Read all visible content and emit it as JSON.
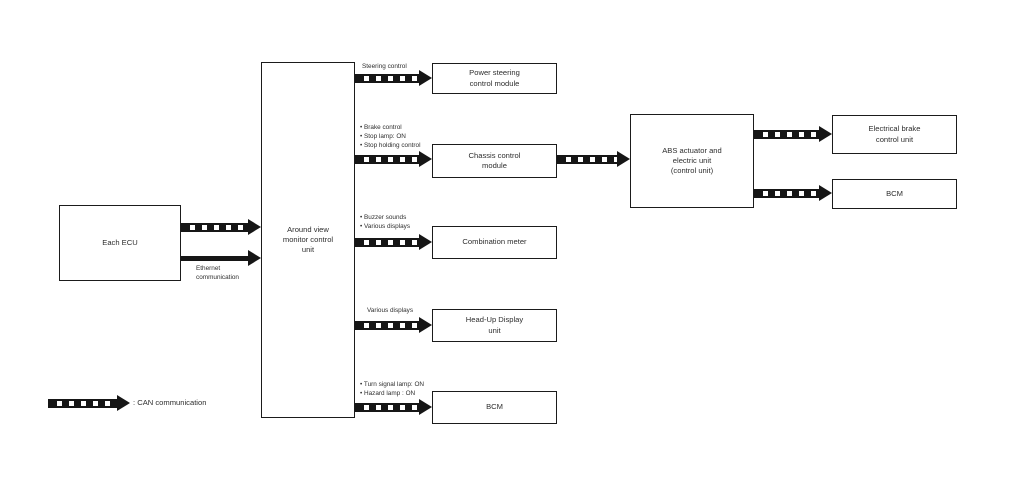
{
  "nodes": {
    "each_ecu": "Each ECU",
    "avm": "Around view\nmonitor control\nunit",
    "power_steering": "Power steering\ncontrol module",
    "chassis": "Chassis control\nmodule",
    "combination_meter": "Combination meter",
    "hud": "Head-Up Display\nunit",
    "bcm_left": "BCM",
    "abs": "ABS actuator and\nelectric unit\n(control unit)",
    "electrical_brake": "Electrical brake\ncontrol unit",
    "bcm_right": "BCM"
  },
  "arrow_labels": {
    "steering": "Steering control",
    "chassis": "• Brake control\n• Stop lamp: ON\n• Stop holding control",
    "combination": "• Buzzer sounds\n• Various displays",
    "hud": "Various displays",
    "bcm": "• Turn signal lamp: ON\n• Hazard lamp : ON",
    "ethernet": "Ethernet\ncommunication"
  },
  "legend": {
    "can": ": CAN communication"
  },
  "colors": {
    "line": "#161616",
    "text": "#2e2e2e",
    "background": "#ffffff"
  }
}
